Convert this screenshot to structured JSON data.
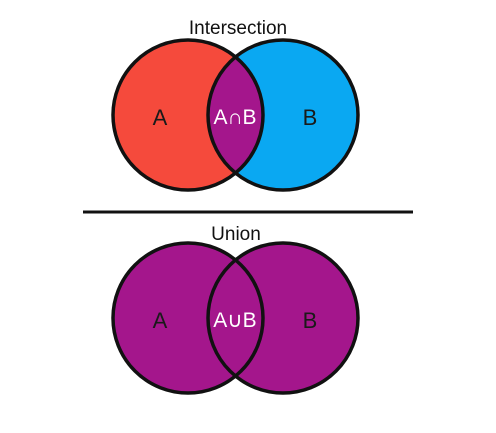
{
  "intersection": {
    "title": "Intersection",
    "left_label": "A",
    "right_label": "B",
    "overlap_label": "A∩B"
  },
  "union": {
    "title": "Union",
    "left_label": "A",
    "right_label": "B",
    "overlap_label": "A∪B"
  },
  "colors": {
    "set_a": "#f54a3c",
    "set_b": "#0aa8f2",
    "highlight": "#a4168c",
    "outline": "#111111",
    "divider": "#111111"
  }
}
